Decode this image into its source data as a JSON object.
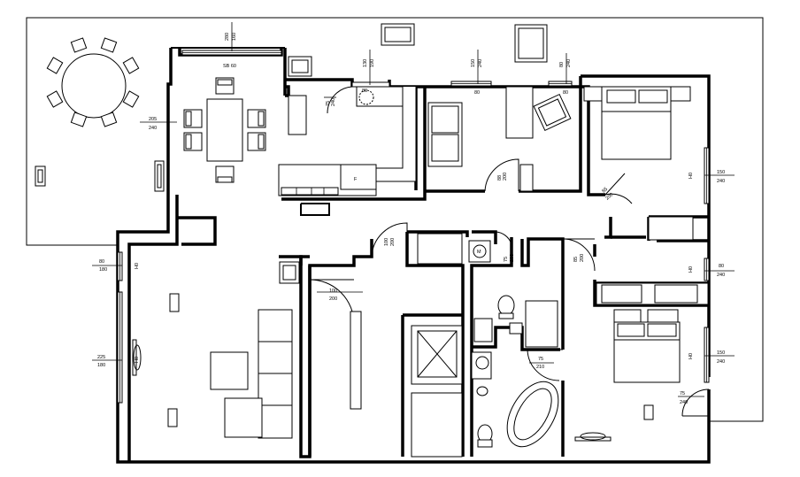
{
  "dimensions": {
    "top_window_1_width": "280",
    "top_window_1_height": "160",
    "top_window_1_sill": "SB 60",
    "top_window_2_width": "130",
    "top_window_2_height": "190",
    "top_window_3_width": "150",
    "top_window_3_height": "240",
    "top_window_4_width": "80",
    "top_window_4_height": "240",
    "left_opening_width": "205",
    "left_opening_height": "240",
    "kitchen_door_a": "75",
    "kitchen_door_b": "240",
    "sink_label": "80",
    "counter_80_a": "80",
    "counter_80_b": "80",
    "wardrobe_door_a": "88",
    "wardrobe_door_b": "200",
    "bedroom_door_a": "85",
    "bedroom_door_b": "200",
    "right_window_1_width": "150",
    "right_window_1_height": "240",
    "right_window_1_h": "H0",
    "right_window_2_width": "80",
    "right_window_2_height": "240",
    "right_window_2_h": "H0",
    "right_window_3_width": "150",
    "right_window_3_height": "240",
    "right_window_3_h": "H0",
    "balcony_door_a": "75",
    "balcony_door_b": "240",
    "left_window_1_width": "80",
    "left_window_1_height": "180",
    "left_window_1_h": "H0",
    "left_window_2_width": "225",
    "left_window_2_height": "180",
    "left_window_2_h": "H0",
    "entry_door_a": "100",
    "entry_door_b": "200",
    "hall_door_a": "100",
    "hall_door_b": "200",
    "utility_label": "M",
    "bath_door_a": "75",
    "bath_door_b": "200",
    "wc_door_a": "85",
    "wc_door_b": "200",
    "bath_window_a": "75",
    "bath_window_b": "210",
    "flue_label": "F"
  }
}
